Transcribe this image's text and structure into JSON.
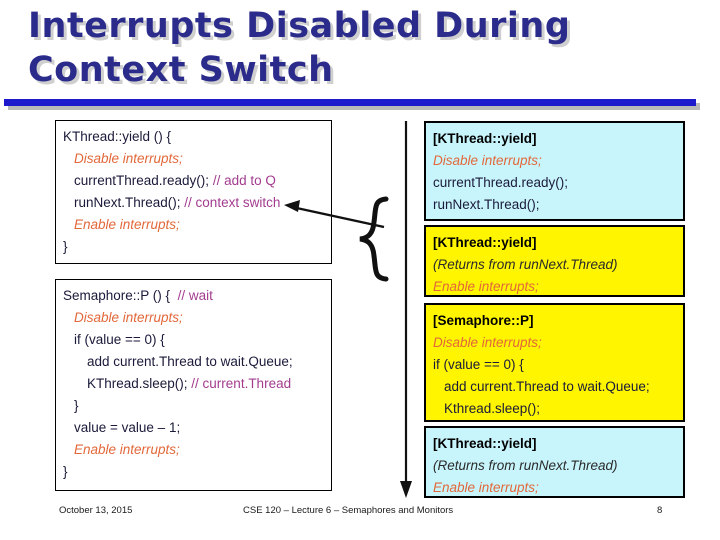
{
  "slide": {
    "title": "Interrupts Disabled During\nContext Switch",
    "title_color": "#2B2B8C",
    "rule_color": "#1C18CC"
  },
  "left_boxes": [
    {
      "name": "kthread-yield",
      "lines": [
        {
          "indent": 0,
          "parts": [
            {
              "style": "code",
              "text": "KThread::yield () {"
            }
          ]
        },
        {
          "indent": 1,
          "parts": [
            {
              "style": "irq",
              "text": "Disable interrupts;"
            }
          ]
        },
        {
          "indent": 1,
          "parts": [
            {
              "style": "code",
              "text": "currentThread.ready(); "
            },
            {
              "style": "cmt",
              "text": "// add to Q"
            }
          ]
        },
        {
          "indent": 1,
          "parts": [
            {
              "style": "code",
              "text": "runNext.Thread(); "
            },
            {
              "style": "cmt",
              "text": "// context switch"
            }
          ]
        },
        {
          "indent": 1,
          "parts": [
            {
              "style": "irq",
              "text": "Enable interrupts;"
            }
          ]
        },
        {
          "indent": 0,
          "parts": [
            {
              "style": "code",
              "text": "}"
            }
          ]
        }
      ]
    },
    {
      "name": "semaphore-p",
      "lines": [
        {
          "indent": 0,
          "parts": [
            {
              "style": "code",
              "text": "Semaphore::P () {  "
            },
            {
              "style": "cmt",
              "text": "// wait"
            }
          ]
        },
        {
          "indent": 1,
          "parts": [
            {
              "style": "irq",
              "text": "Disable interrupts;"
            }
          ]
        },
        {
          "indent": 1,
          "parts": [
            {
              "style": "code",
              "text": "if (value == 0) {"
            }
          ]
        },
        {
          "indent": 2,
          "parts": [
            {
              "style": "code",
              "text": "add current.Thread to wait.Queue;"
            }
          ]
        },
        {
          "indent": 2,
          "parts": [
            {
              "style": "code",
              "text": "KThread.sleep(); "
            },
            {
              "style": "cmt",
              "text": "// current.Thread"
            }
          ]
        },
        {
          "indent": 1,
          "parts": [
            {
              "style": "code",
              "text": "}"
            }
          ]
        },
        {
          "indent": 1,
          "parts": [
            {
              "style": "code",
              "text": "value = value – 1;"
            }
          ]
        },
        {
          "indent": 1,
          "parts": [
            {
              "style": "irq",
              "text": "Enable interrupts;"
            }
          ]
        },
        {
          "indent": 0,
          "parts": [
            {
              "style": "code",
              "text": "}"
            }
          ]
        }
      ]
    }
  ],
  "right_boxes": [
    {
      "name": "trace-kthread-yield-1",
      "fill": "#C8F5FC",
      "lines": [
        {
          "indent": 0,
          "parts": [
            {
              "style": "kw-hdr",
              "text": "[KThread::yield]"
            }
          ]
        },
        {
          "indent": 0,
          "parts": [
            {
              "style": "irq",
              "text": "Disable interrupts;"
            }
          ]
        },
        {
          "indent": 0,
          "parts": [
            {
              "style": "code",
              "text": "currentThread.ready();"
            }
          ]
        },
        {
          "indent": 0,
          "parts": [
            {
              "style": "code",
              "text": "runNext.Thread();"
            }
          ]
        }
      ]
    },
    {
      "name": "trace-kthread-yield-2",
      "fill": "#FFF500",
      "lines": [
        {
          "indent": 0,
          "parts": [
            {
              "style": "kw-hdr",
              "text": "[KThread::yield]"
            }
          ]
        },
        {
          "indent": 0,
          "parts": [
            {
              "style": "note",
              "text": "(Returns from runNext.Thread)"
            }
          ]
        },
        {
          "indent": 0,
          "parts": [
            {
              "style": "irq",
              "text": "Enable interrupts;"
            }
          ]
        }
      ]
    },
    {
      "name": "trace-semaphore-p",
      "fill": "#FFF500",
      "lines": [
        {
          "indent": 0,
          "parts": [
            {
              "style": "kw-hdr",
              "text": "[Semaphore::P]"
            }
          ]
        },
        {
          "indent": 0,
          "parts": [
            {
              "style": "irq",
              "text": "Disable interrupts;"
            }
          ]
        },
        {
          "indent": 0,
          "parts": [
            {
              "style": "code",
              "text": "if (value == 0) {"
            }
          ]
        },
        {
          "indent": 1,
          "parts": [
            {
              "style": "code",
              "text": "add current.Thread to wait.Queue;"
            }
          ]
        },
        {
          "indent": 1,
          "parts": [
            {
              "style": "code",
              "text": "Kthread.sleep();"
            }
          ]
        }
      ]
    },
    {
      "name": "trace-kthread-yield-3",
      "fill": "#C8F5FC",
      "lines": [
        {
          "indent": 0,
          "parts": [
            {
              "style": "kw-hdr",
              "text": "[KThread::yield]"
            }
          ]
        },
        {
          "indent": 0,
          "parts": [
            {
              "style": "note",
              "text": "(Returns from runNext.Thread)"
            }
          ]
        },
        {
          "indent": 0,
          "parts": [
            {
              "style": "irq",
              "text": "Enable interrupts;"
            }
          ]
        }
      ]
    }
  ],
  "footer": {
    "date": "October 13, 2015",
    "center": "CSE 120 – Lecture 6 – Semaphores and Monitors",
    "page": "8"
  }
}
